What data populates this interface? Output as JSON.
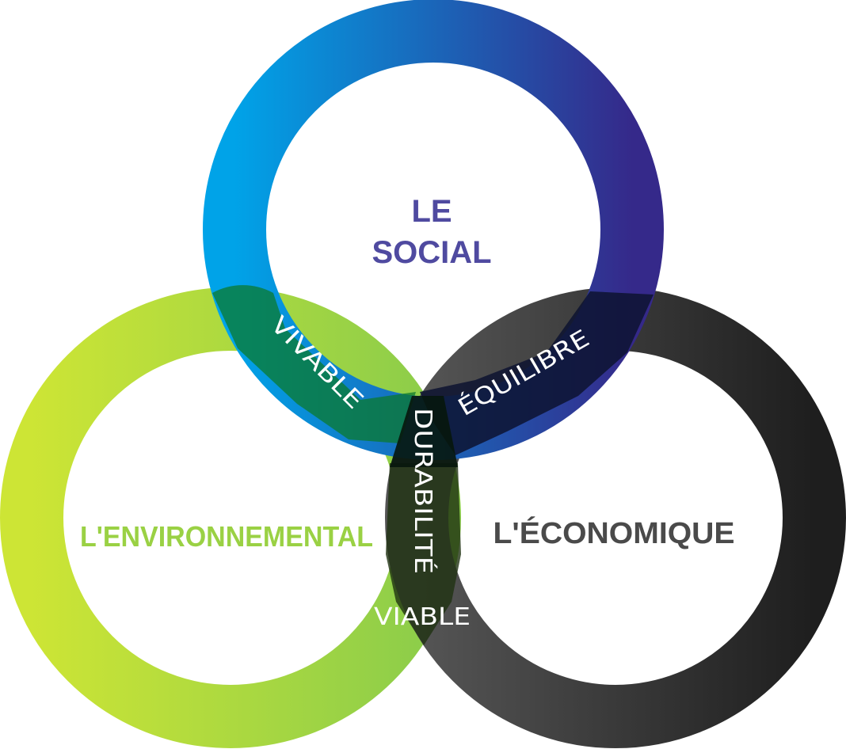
{
  "diagram": {
    "circles": {
      "social": {
        "title_line1": "LE",
        "title_line2": "SOCIAL",
        "color": "#4f4aa0"
      },
      "environment": {
        "title": "L'ENVIRONNEMENTAL",
        "color": "#9ad144"
      },
      "economy": {
        "title": "L'ÉCONOMIQUE",
        "color": "#4a4a4a"
      }
    },
    "overlaps": {
      "social_environment": "VIVABLE",
      "social_economy": "ÉQUILIBRE",
      "environment_economy": "VIABLE",
      "center": "DURABILITÉ"
    },
    "ring_colors": {
      "social_start": "#00a3e8",
      "social_end": "#35298a",
      "environment_start": "#c9e234",
      "environment_end": "#8fd04a",
      "economy_start": "#555555",
      "economy_end": "#1e1e1e"
    }
  }
}
